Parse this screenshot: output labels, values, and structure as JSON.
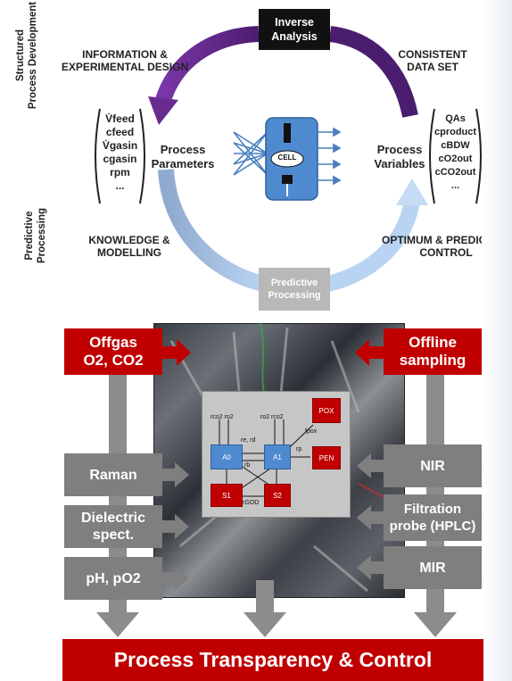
{
  "top": {
    "inverse_analysis": "Inverse\nAnalysis",
    "info_design": "INFORMATION &\nEXPERIMENTAL DESIGN",
    "consistent": "CONSISTENT\nDATA SET",
    "process_parameters": "Process\nParameters",
    "process_variables": "Process\nVariables",
    "knowledge": "KNOWLEDGE &\nMODELLING",
    "optimum": "OPTIMUM & PREDICTIVE\nCONTROL",
    "predictive_processing_box": "Predictive\nProcessing",
    "cell": "CELL",
    "side_structured": "Structured\nProcess Development",
    "side_predictive": "Predictive\nProcessing",
    "params_list": [
      "V̇feed",
      "cfeed",
      "V̇gasin",
      "cgasin",
      "rpm",
      "..."
    ],
    "vars_list": [
      "QAs",
      "cproduct",
      "cBDW",
      "cO2out",
      "cCO2out",
      "..."
    ]
  },
  "bottom": {
    "offgas": "Offgas\nO2, CO2",
    "offline": "Offline\nsampling",
    "raman": "Raman",
    "dielectric": "Dielectric\nspect.",
    "ph": "pH, pO2",
    "nir": "NIR",
    "filtration": "Filtration\nprobe (HPLC)",
    "mir": "MIR",
    "banner": "Process Transparency & Control"
  },
  "model": {
    "A0": "A0",
    "A1": "A1",
    "S1": "S1",
    "S2": "S2",
    "POX": "POX",
    "PEN": "PEN",
    "rco2_ro2_left": "rco2 ro2",
    "ro2_rco2_right": "ro2 rco2",
    "re_rd": "re, rd",
    "rb": "rb",
    "rp": "rp",
    "fpox": "fpox",
    "rGOD": "rGOD"
  },
  "colors": {
    "purple": "#6a2b8e",
    "red": "#c00000",
    "gray": "#7f7f7f",
    "blue": "#4f8ad0",
    "black_box": "#111111"
  }
}
